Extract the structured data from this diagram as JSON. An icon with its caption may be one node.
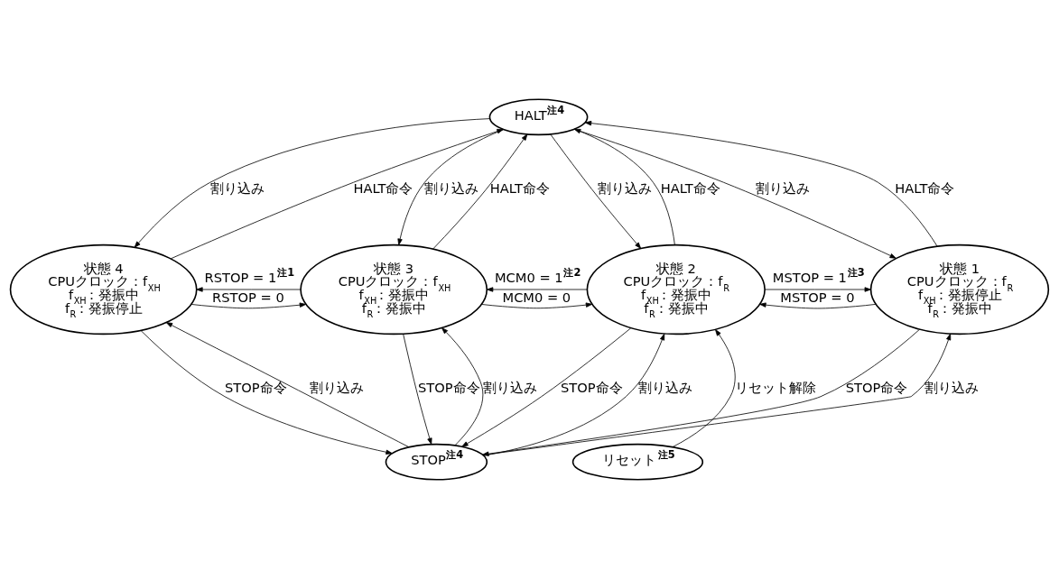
{
  "diagram": {
    "nodes": [
      {
        "text": [
          "HALT$^{注4}$"
        ]
      },
      {
        "text": [
          "状態 4",
          "CPUクロック：f$_{XH}$",
          "f$_{XH}$：発振中",
          "f$_{R}$：発振停止"
        ]
      },
      {
        "text": [
          "状態 3",
          "CPUクロック：f$_{XH}$",
          "f$_{XH}$：発振中",
          "f$_{R}$：発振中"
        ]
      },
      {
        "text": [
          "状態 2",
          "CPUクロック：f$_{R}$",
          "f$_{XH}$：発振中",
          "f$_{R}$：発振中"
        ]
      },
      {
        "text": [
          "状態 1",
          "CPUクロック：f$_{R}$",
          "f$_{XH}$：発振停止",
          "f$_{R}$：発振中"
        ]
      },
      {
        "text": [
          "STOP$^{注4}$"
        ]
      },
      {
        "text": [
          "リセット$^{注5}$"
        ]
      }
    ],
    "edges": [
      {
        "from": 0,
        "to": 1,
        "arrow": "to",
        "label": "割り込み"
      },
      {
        "from": 1,
        "to": 0,
        "arrow": "to",
        "label": "HALT命令"
      },
      {
        "from": 0,
        "to": 2,
        "arrow": "to",
        "label": "割り込み"
      },
      {
        "from": 2,
        "to": 0,
        "arrow": "to",
        "label": "HALT命令"
      },
      {
        "from": 0,
        "to": 3,
        "arrow": "to",
        "label": "割り込み"
      },
      {
        "from": 3,
        "to": 0,
        "arrow": "to",
        "label": "HALT命令"
      },
      {
        "from": 4,
        "to": 0,
        "arrow": "to",
        "label": "HALT命令"
      },
      {
        "from": 0,
        "to": 4,
        "arrow": "to",
        "label": "割り込み"
      },
      {
        "from": 1,
        "to": 2,
        "arrow": "to",
        "label": "RSTOP = 0"
      },
      {
        "from": 2,
        "to": 1,
        "arrow": "to",
        "label": "RSTOP = 1$^{注1}$"
      },
      {
        "from": 2,
        "to": 3,
        "arrow": "to",
        "label": "MCM0 = 0"
      },
      {
        "from": 3,
        "to": 2,
        "arrow": "to",
        "label": "MCM0 = 1$^{注2}$"
      },
      {
        "from": 3,
        "to": 4,
        "arrow": "to",
        "label": "MSTOP = 1$^{注3}$"
      },
      {
        "from": 4,
        "to": 3,
        "arrow": "to",
        "label": "MSTOP = 0"
      },
      {
        "from": 5,
        "to": 1,
        "arrow": "to",
        "label": "割り込み"
      },
      {
        "from": 1,
        "to": 5,
        "arrow": "to",
        "label": "STOP命令"
      },
      {
        "from": 2,
        "to": 5,
        "arrow": "to",
        "label": "STOP命令"
      },
      {
        "from": 5,
        "to": 2,
        "arrow": "to",
        "label": "割り込み"
      },
      {
        "from": 3,
        "to": 5,
        "arrow": "to",
        "label": "STOP命令"
      },
      {
        "from": 5,
        "to": 3,
        "arrow": "to",
        "label": "割り込み"
      },
      {
        "from": 4,
        "to": 5,
        "arrow": "to",
        "label": "STOP命令"
      },
      {
        "from": 5,
        "to": 4,
        "arrow": "to",
        "label": "割り込み"
      },
      {
        "from": 6,
        "to": 3,
        "arrow": "to",
        "label": "リセット解除"
      }
    ]
  }
}
